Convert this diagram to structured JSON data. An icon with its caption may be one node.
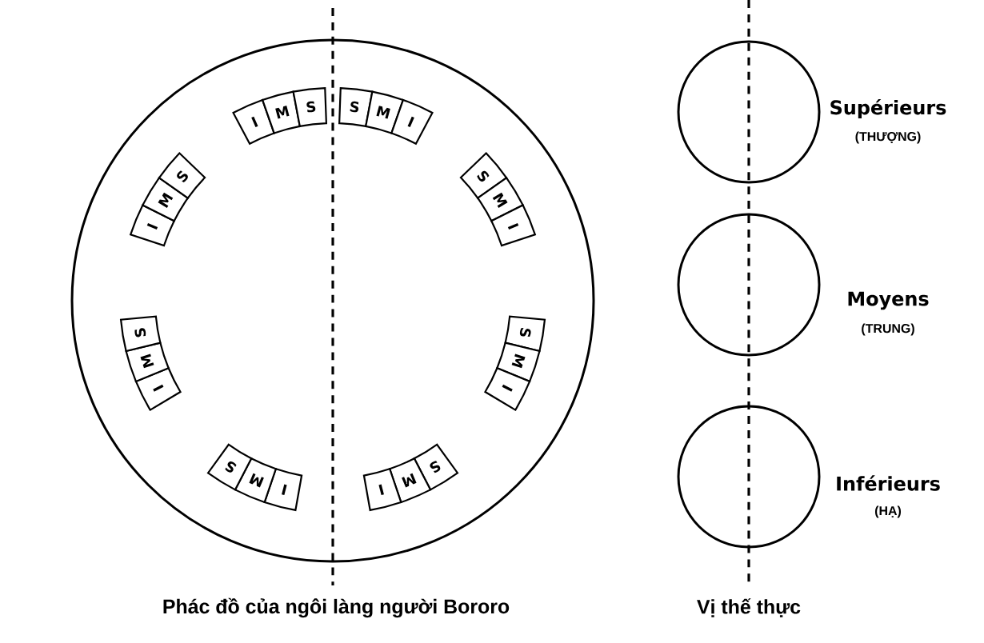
{
  "diagram": {
    "nodes": [
      {
        "text": [],
        "shape": "circle"
      },
      {
        "text": [
          "I",
          "M",
          "S"
        ],
        "in": 0
      },
      {
        "text": [
          "S",
          "M",
          "I"
        ],
        "in": 0
      },
      {
        "text": [
          "I",
          "M",
          "S"
        ],
        "in": 0
      },
      {
        "text": [
          "S",
          "M",
          "I"
        ],
        "in": 0
      },
      {
        "text": [
          "I",
          "M",
          "S"
        ],
        "in": 0
      },
      {
        "text": [
          "S",
          "M",
          "I"
        ],
        "in": 0
      },
      {
        "text": [
          "I",
          "M",
          "S"
        ],
        "in": 0
      },
      {
        "text": [
          "S",
          "M",
          "I"
        ],
        "in": 0
      },
      {
        "text": [],
        "shape": "circle",
        "beside": [
          "Supérieurs",
          "(THƯỢNG)"
        ]
      },
      {
        "text": [],
        "shape": "circle",
        "beside": [
          "Moyens",
          "(TRUNG)"
        ]
      },
      {
        "text": [],
        "shape": "circle",
        "beside": [
          "Inférieurs",
          "(HẠ)"
        ]
      }
    ],
    "labels": [
      "Phác đồ của ngôi làng người Bororo",
      "Vị thế thực"
    ]
  }
}
